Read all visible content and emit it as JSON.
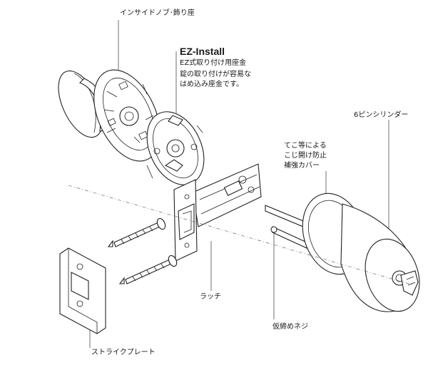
{
  "labels": {
    "inside_knob": "インサイドノブ･飾り座",
    "ez_title": "EZ-Install",
    "ez_subtitle": "EZ式取り付け用座金",
    "ez_desc_1": "錠の取り付けが容易な",
    "ez_desc_2": "はめ込み座金です。",
    "cylinder": "6ピンシリンダー",
    "anti_pry_1": "てこ等による",
    "anti_pry_2": "こじ開け防止",
    "anti_pry_3": "補強カバー",
    "latch": "ラッチ",
    "temp_screw": "仮締めネジ",
    "strike_plate": "ストライクプレート"
  }
}
